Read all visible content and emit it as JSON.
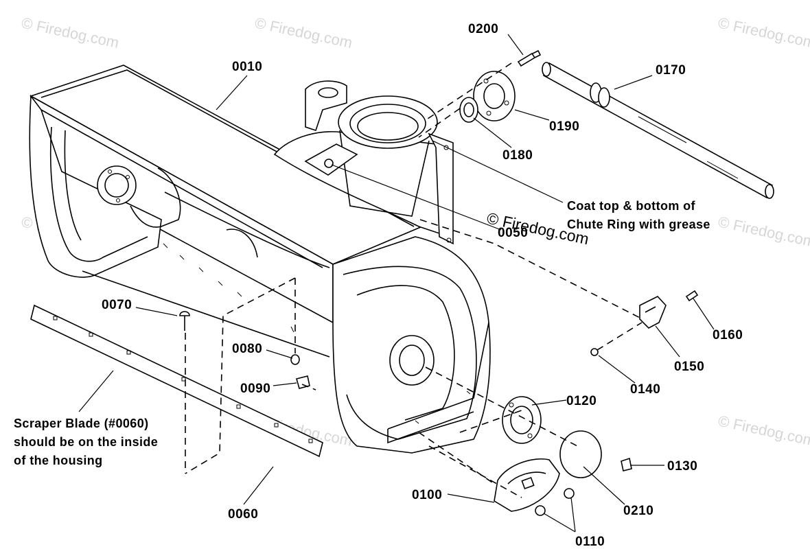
{
  "watermark": "© Firedog.com",
  "parts": {
    "p0010": "0010",
    "p0050": "0050",
    "p0060": "0060",
    "p0070": "0070",
    "p0080": "0080",
    "p0090": "0090",
    "p0100": "0100",
    "p0110": "0110",
    "p0120": "0120",
    "p0130": "0130",
    "p0140": "0140",
    "p0150": "0150",
    "p0160": "0160",
    "p0170": "0170",
    "p0180": "0180",
    "p0190": "0190",
    "p0200": "0200",
    "p0210": "0210"
  },
  "notes": {
    "coat_line1": "Coat top & bottom of",
    "coat_line2": "Chute Ring with grease",
    "scraper_line1": "Scraper Blade (#0060)",
    "scraper_line2": "should be on the inside",
    "scraper_line3": "of the housing"
  }
}
